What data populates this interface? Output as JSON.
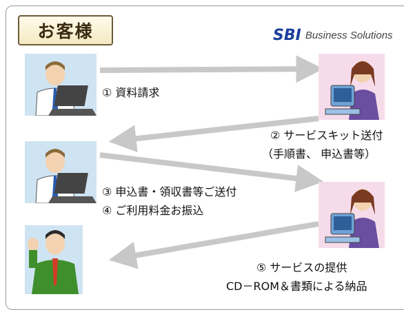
{
  "header": {
    "customer_label": "お客様"
  },
  "logo": {
    "mark": "SBI",
    "subtitle": "Business Solutions"
  },
  "steps": {
    "s1": "① 資料請求",
    "s2_line1": "② サービスキット送付",
    "s2_line2": "（手順書、 申込書等）",
    "s3": "③ 申込書・領収書等ご送付",
    "s4": "④ ご利用料金お振込",
    "s5_line1": "⑤ サービスの提供",
    "s5_line2": "CD－ROM＆書類による納品"
  },
  "colors": {
    "arrow": "#c8c8c8",
    "customer_panel": "#cfe4f2",
    "vendor_panel": "#f6dceb",
    "suit_green": "#3f8f2c"
  }
}
